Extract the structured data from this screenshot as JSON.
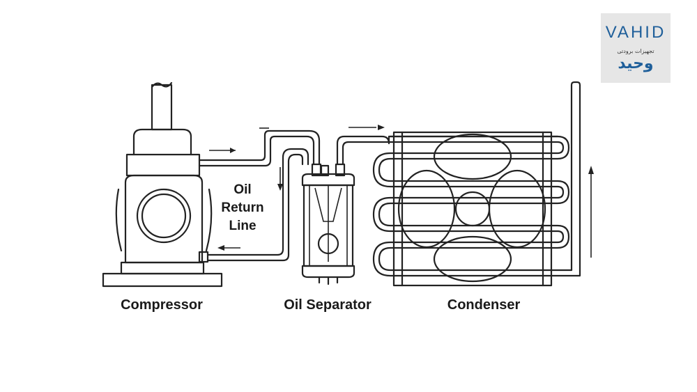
{
  "labels": {
    "compressor": "Compressor",
    "oil_separator": "Oil Separator",
    "condenser": "Condenser",
    "oil_return_line": [
      "Oil",
      "Return",
      "Line"
    ]
  },
  "logo": {
    "name_en": "VAHID",
    "subtitle_fa": "تجهیزات برودتی",
    "name_fa": "وحید"
  },
  "colors": {
    "line": "#222222",
    "logo_blue": "#1f5f9a",
    "logo_bg": "#e6e6e6"
  }
}
